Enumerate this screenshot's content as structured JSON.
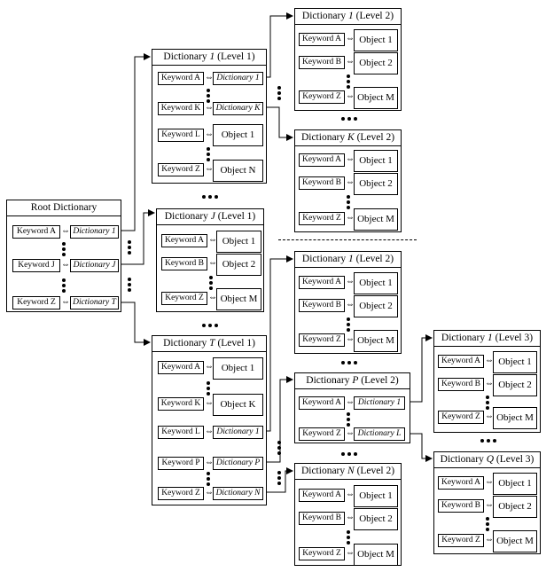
{
  "labels": {
    "keyword_a": "Keyword A",
    "keyword_b": "Keyword B",
    "keyword_j": "Keyword J",
    "keyword_k": "Keyword K",
    "keyword_l": "Keyword L",
    "keyword_p": "Keyword P",
    "keyword_z": "Keyword Z",
    "object_1": "Object 1",
    "object_2": "Object 2",
    "object_k": "Object K",
    "object_m": "Object M",
    "object_n": "Object N",
    "dict_1": "Dictionary 1",
    "dict_j": "Dictionary J",
    "dict_k": "Dictionary K",
    "dict_l": "Dictionary L",
    "dict_n": "Dictionary N",
    "dict_p": "Dictionary P",
    "dict_t": "Dictionary T",
    "bidir_arrow": "⇔"
  },
  "root": {
    "title": "Root Dictionary"
  },
  "titles": {
    "d1_1": {
      "word": "Dictionary ",
      "letter": "1",
      "level": " (Level 1)"
    },
    "dj_1": {
      "word": "Dictionary ",
      "letter": "J",
      "level": " (Level 1)"
    },
    "dt_1": {
      "word": "Dictionary ",
      "letter": "T",
      "level": " (Level 1)"
    },
    "d1_2a": {
      "word": "Dictionary ",
      "letter": "1",
      "level": " (Level 2)"
    },
    "dk_2": {
      "word": "Dictionary ",
      "letter": "K",
      "level": " (Level 2)"
    },
    "d1_2b": {
      "word": "Dictionary ",
      "letter": "1",
      "level": " (Level 2)"
    },
    "dp_2": {
      "word": "Dictionary ",
      "letter": "P",
      "level": " (Level 2)"
    },
    "dn_2": {
      "word": "Dictionary ",
      "letter": "N",
      "level": " (Level 2)"
    },
    "d1_3": {
      "word": "Dictionary ",
      "letter": "1",
      "level": " (Level 3)"
    },
    "dq_3": {
      "word": "Dictionary ",
      "letter": "Q",
      "level": " (Level 3)"
    }
  }
}
